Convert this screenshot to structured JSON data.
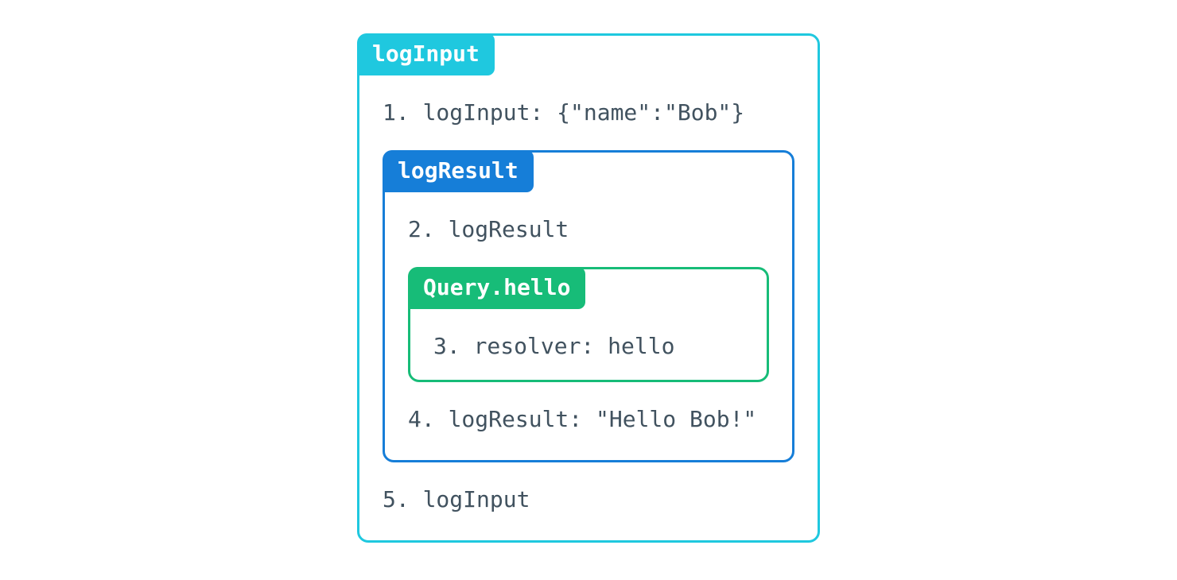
{
  "diagram": {
    "outer_box": {
      "label": "logInput",
      "border_color": "#1fc8df"
    },
    "middle_box": {
      "label": "logResult",
      "border_color": "#167ed8"
    },
    "inner_box": {
      "label": "Query.hello",
      "border_color": "#17bc78"
    },
    "steps": {
      "step1": "1. logInput: {\"name\":\"Bob\"}",
      "step2": "2. logResult",
      "step3": "3. resolver: hello",
      "step4": "4. logResult: \"Hello Bob!\"",
      "step5": "5. logInput"
    },
    "colors": {
      "text": "#41525f",
      "tab_text": "#ffffff",
      "background": "#ffffff"
    }
  }
}
